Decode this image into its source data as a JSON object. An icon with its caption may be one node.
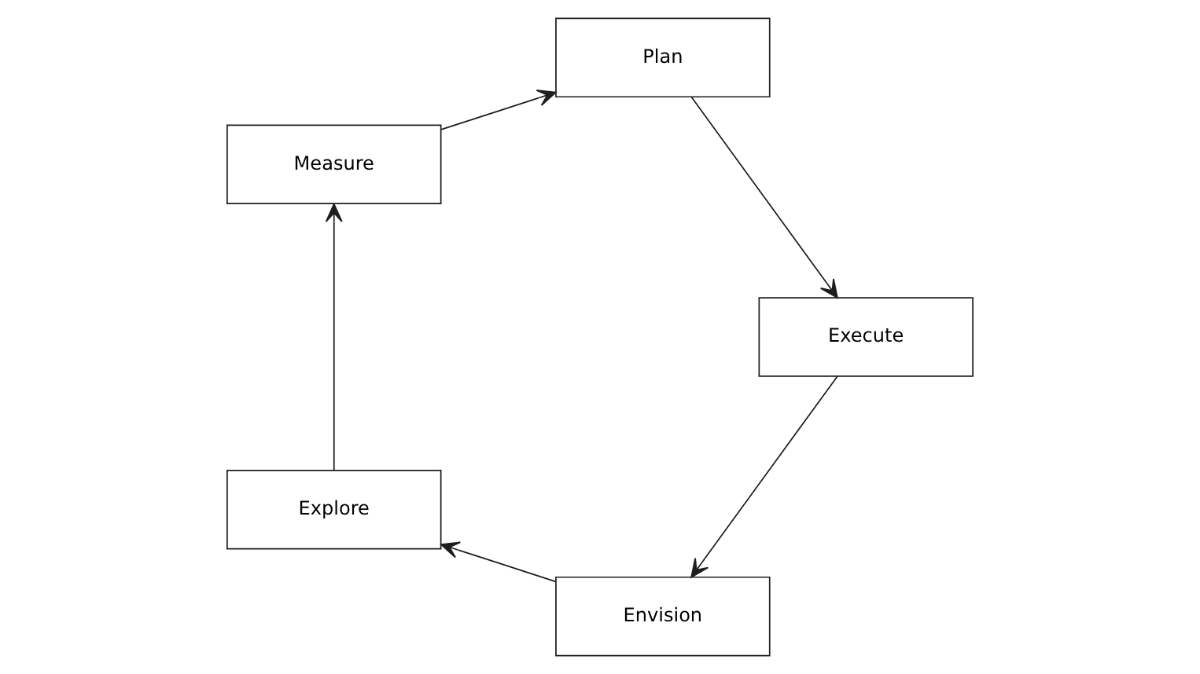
{
  "diagram": {
    "nodes": [
      {
        "text": [
          "Envision"
        ]
      },
      {
        "text": [
          "Explore"
        ]
      },
      {
        "text": [
          "Measure"
        ]
      },
      {
        "text": [
          "Plan"
        ]
      },
      {
        "text": [
          "Execute"
        ]
      }
    ],
    "edges": [
      {
        "from": 0,
        "to": 1,
        "arrow": "to"
      },
      {
        "from": 1,
        "to": 2,
        "arrow": "to"
      },
      {
        "from": 2,
        "to": 3,
        "arrow": "to"
      },
      {
        "from": 3,
        "to": 4,
        "arrow": "to"
      },
      {
        "from": 4,
        "to": 0,
        "arrow": "to"
      }
    ]
  }
}
